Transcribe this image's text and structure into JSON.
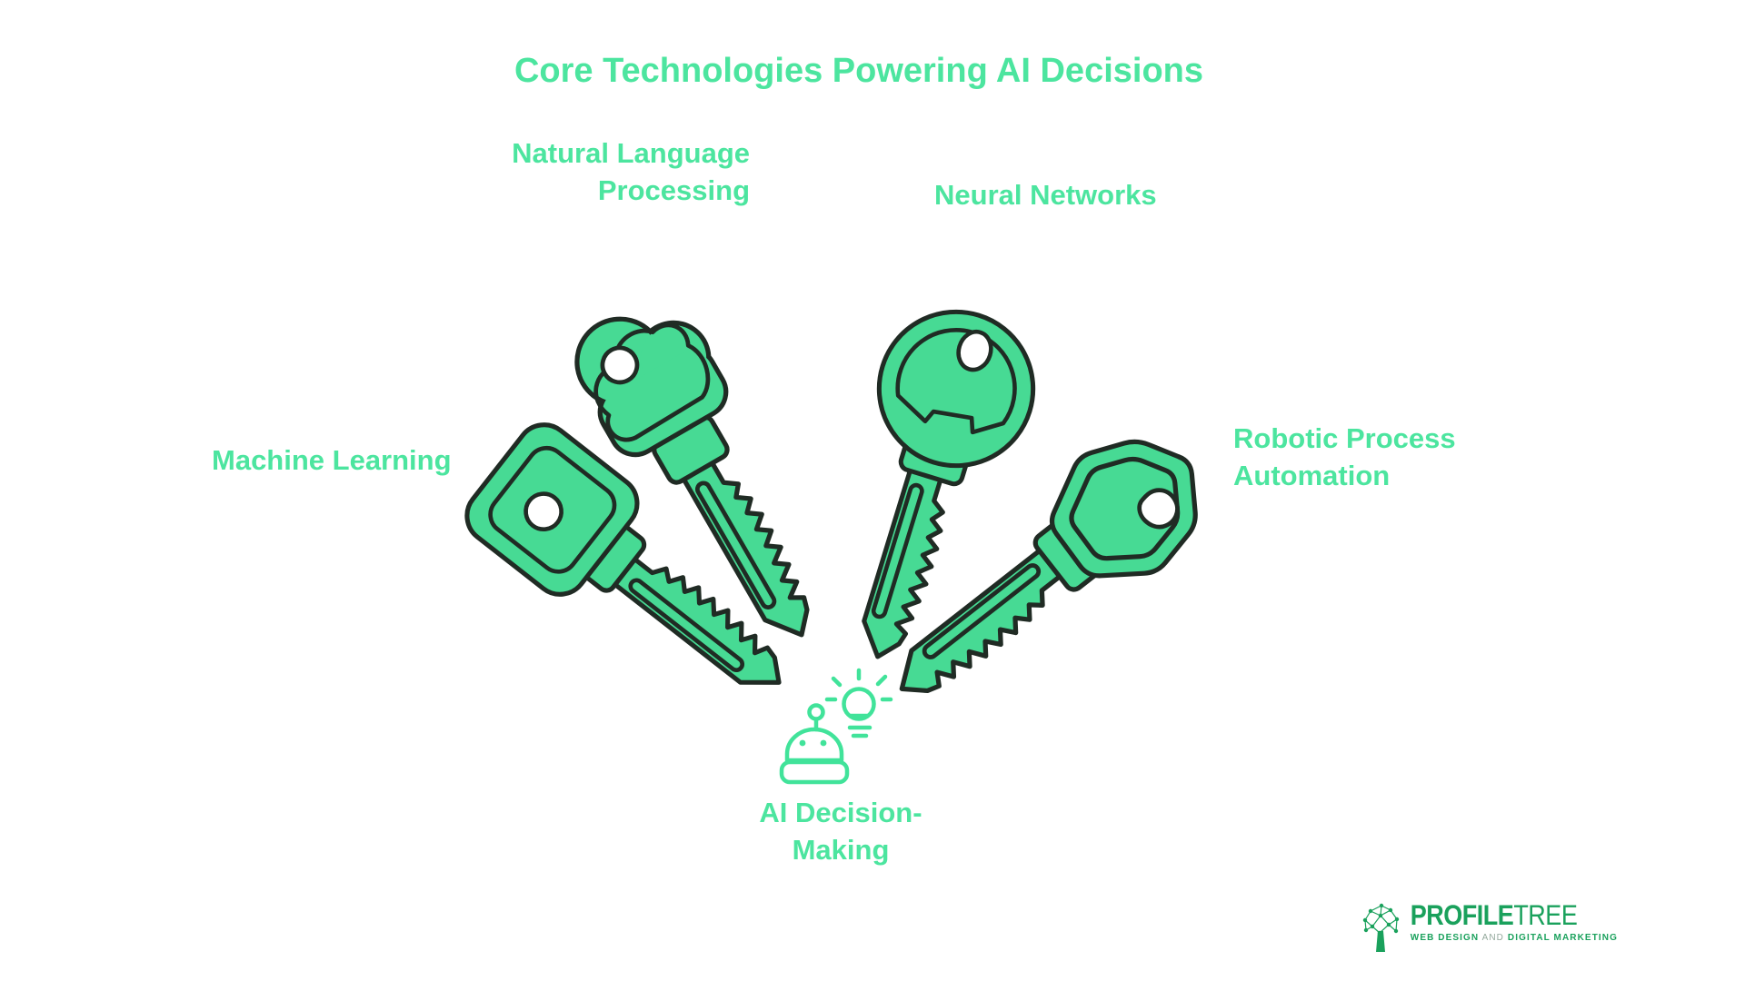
{
  "title": {
    "text": "Core Technologies Powering AI Decisions"
  },
  "labels": {
    "machine_learning": {
      "lines": [
        "Machine Learning"
      ]
    },
    "nlp": {
      "lines": [
        "Natural Language",
        "Processing"
      ]
    },
    "neural_networks": {
      "lines": [
        "Neural Networks"
      ]
    },
    "rpa": {
      "lines": [
        "Robotic Process",
        "Automation"
      ]
    },
    "ai_decision": {
      "lines": [
        "AI Decision-",
        "Making"
      ]
    }
  },
  "icons": {
    "keys": [
      "square-head-key",
      "cloud-head-key",
      "round-head-key",
      "hexagon-head-key"
    ],
    "center": "robot-lightbulb"
  },
  "logo": {
    "brand_bold": "PROFILE",
    "brand_light": "TREE",
    "tagline": {
      "part1": "WEB DESIGN",
      "and": "AND",
      "part2": "DIGITAL MARKETING"
    }
  },
  "colors": {
    "label_green": "#4ce59f",
    "key_fill": "#47da94",
    "key_outline": "#202b24",
    "icon_stroke": "#41e39a",
    "logo_green": "#1aa15c",
    "logo_and": "#93a89c",
    "bg": "#ffffff"
  }
}
